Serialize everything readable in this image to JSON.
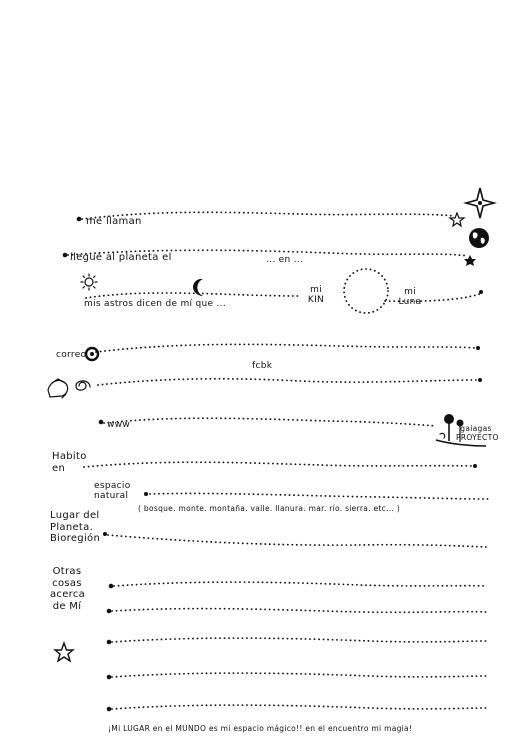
{
  "form": {
    "name_label": "me llaman",
    "planet_label": "llegué al planeta el",
    "date_en": "... en ...",
    "stars_label": "mis astros dicen de mí que ...",
    "kin_label": "mi KIN",
    "moon_label": "mi Luna",
    "email_label": "correo",
    "facebook_label": "fcbk",
    "web_label": "www",
    "habitat_label": "Habito en",
    "natural_space_label": "espacio natural",
    "natural_space_examples": "( bosque. monte. montaña. valle. llanura. mar. río. sierra. etc... )",
    "bioregion_label": "Lugar del Planeta. Bioregión",
    "other_things_label": "Otras cosas acerca de Mí",
    "footer_text": "¡Mi LUGAR en el MUNDO es mi espacio mágico!! en el encuentro mi magia!"
  },
  "logo": {
    "text": "gaiagas PROYECTO"
  },
  "icons": [
    "sparkle-star-icon",
    "earth-globe-icon",
    "star-icon",
    "sun-icon",
    "crescent-moon-icon",
    "full-moon-circle-icon",
    "email-at-icon",
    "snail-mail-icon",
    "star-outline-icon",
    "tree-logo-icon"
  ]
}
